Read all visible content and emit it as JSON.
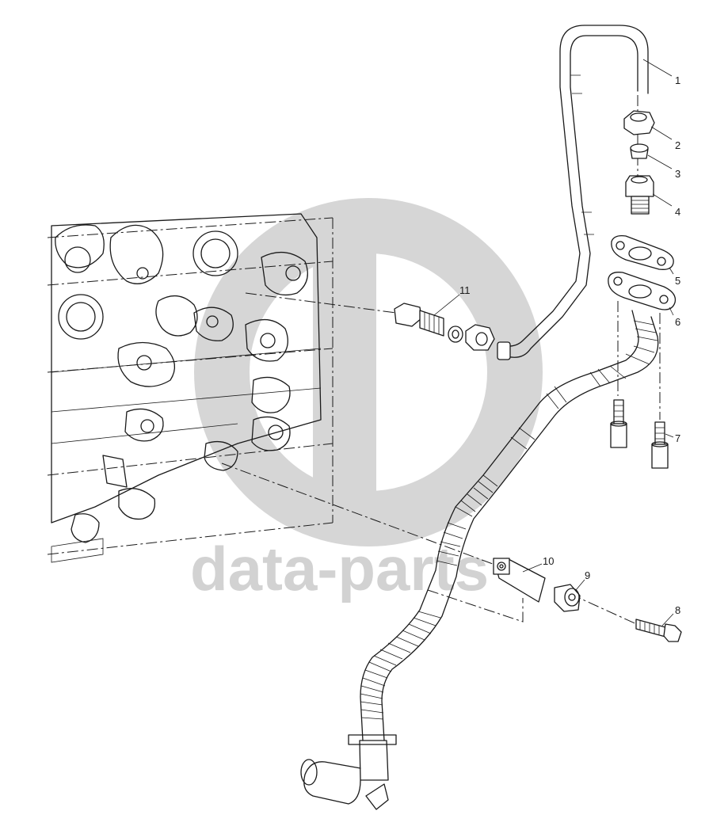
{
  "diagram": {
    "watermark": "data-parts",
    "callouts": [
      {
        "id": "1",
        "label": "1"
      },
      {
        "id": "2",
        "label": "2"
      },
      {
        "id": "3",
        "label": "3"
      },
      {
        "id": "4",
        "label": "4"
      },
      {
        "id": "5",
        "label": "5"
      },
      {
        "id": "6",
        "label": "6"
      },
      {
        "id": "7",
        "label": "7"
      },
      {
        "id": "8",
        "label": "8"
      },
      {
        "id": "9",
        "label": "9"
      },
      {
        "id": "10",
        "label": "10"
      },
      {
        "id": "11",
        "label": "11"
      }
    ]
  }
}
